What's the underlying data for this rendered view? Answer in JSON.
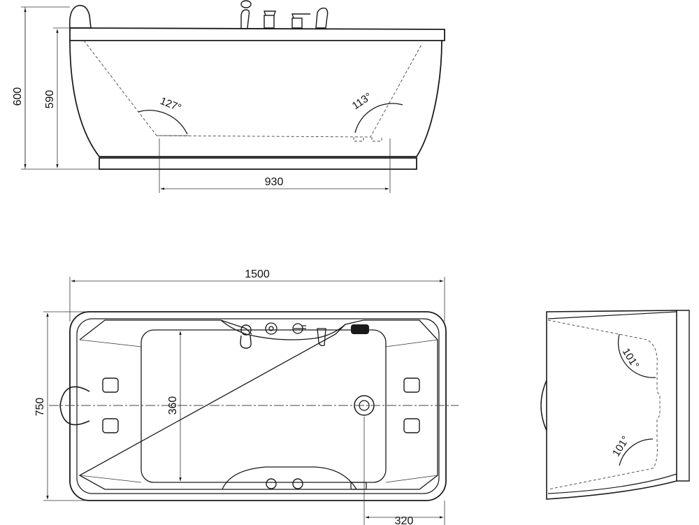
{
  "side_view": {
    "height_total": "600",
    "height_rim": "590",
    "inner_length": "930",
    "angle_left": "127°",
    "angle_right": "113°"
  },
  "top_view": {
    "overall_length": "1500",
    "overall_width": "750",
    "inner_width": "360",
    "drain_offset": "320"
  },
  "end_view": {
    "angle_top": "101°",
    "angle_bottom": "101°"
  }
}
